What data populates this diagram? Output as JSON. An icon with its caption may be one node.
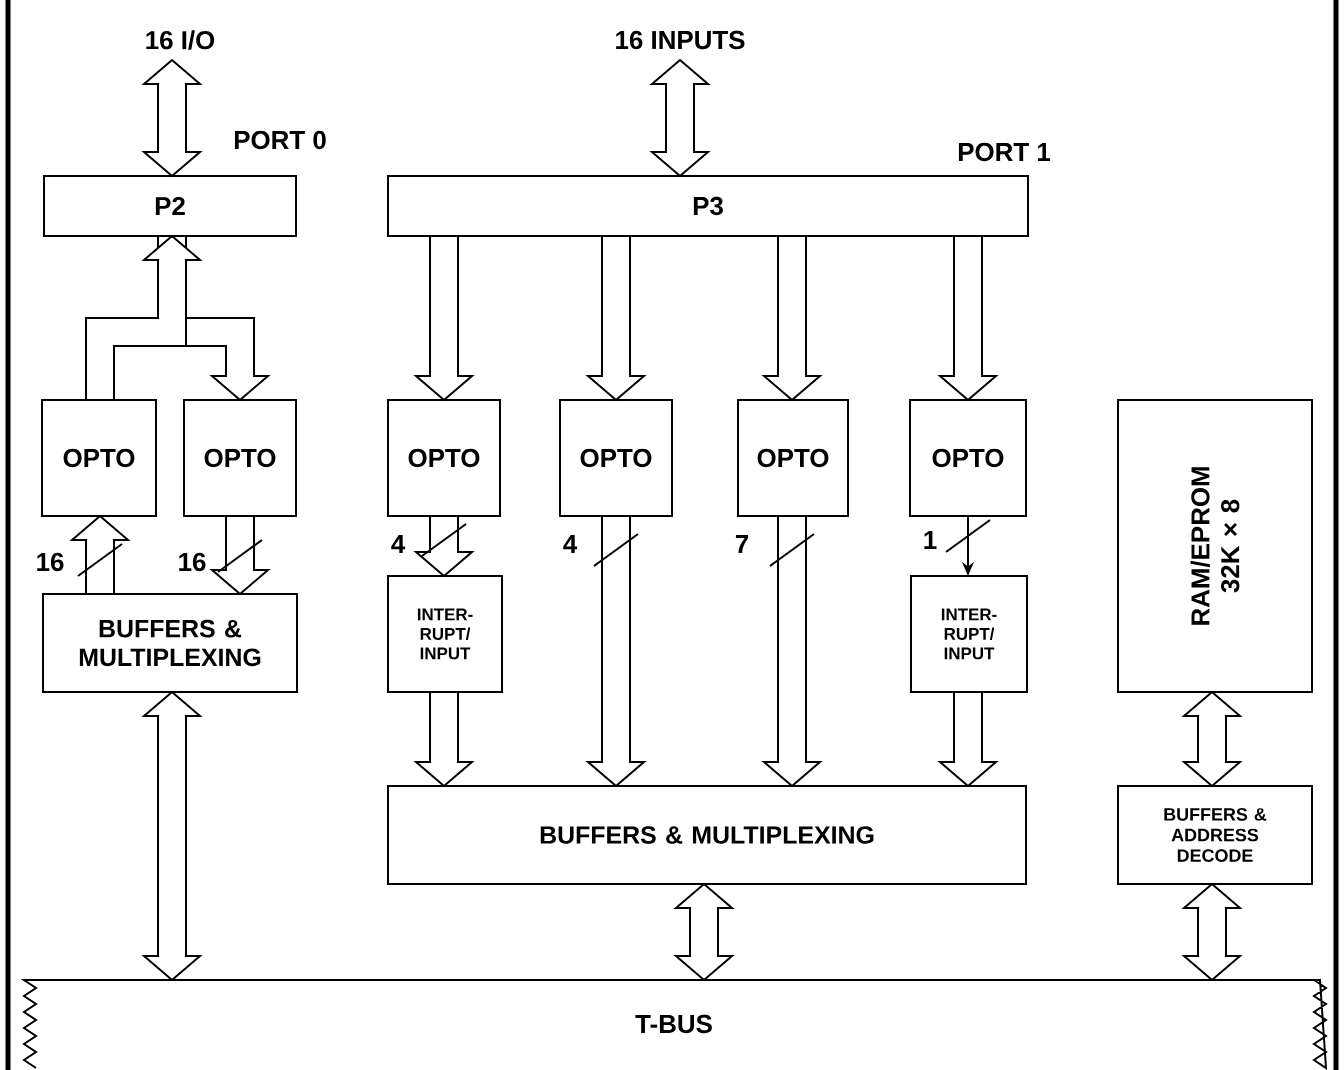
{
  "diagram": {
    "nodes": [
      {
        "text": [
          "16 I/O"
        ]
      },
      {
        "text": [
          "16 INPUTS"
        ]
      },
      {
        "text": [
          "P2"
        ]
      },
      {
        "text": [
          "P3"
        ]
      },
      {
        "text": [
          "OPTO"
        ]
      },
      {
        "text": [
          "OPTO"
        ]
      },
      {
        "text": [
          "OPTO"
        ]
      },
      {
        "text": [
          "OPTO"
        ]
      },
      {
        "text": [
          "OPTO"
        ]
      },
      {
        "text": [
          "OPTO"
        ]
      },
      {
        "text": [
          "RAM/EPROM 32K × 8"
        ]
      },
      {
        "text": [
          "BUFFERS & MULTIPLEXING"
        ]
      },
      {
        "text": [
          "INTER- RUPT/ INPUT"
        ]
      },
      {
        "text": [
          "INTER- RUPT/ INPUT"
        ]
      },
      {
        "text": [
          "BUFFERS & MULTIPLEXING"
        ]
      },
      {
        "text": [
          "BUFFERS & ADDRESS DECODE"
        ]
      },
      {
        "text": [
          "T-BUS"
        ]
      }
    ],
    "edges": [
      {
        "from": 0,
        "to": 2,
        "arrow": "both",
        "style": "thick"
      },
      {
        "from": 1,
        "to": 3,
        "arrow": "both",
        "style": "thick"
      },
      {
        "from": 4,
        "to": 2,
        "arrow": "to",
        "style": "thick"
      },
      {
        "from": 2,
        "to": 5,
        "arrow": "to",
        "style": "thick"
      },
      {
        "from": 3,
        "to": 6,
        "arrow": "to",
        "style": "thick"
      },
      {
        "from": 3,
        "to": 7,
        "arrow": "to",
        "style": "thick"
      },
      {
        "from": 3,
        "to": 8,
        "arrow": "to",
        "style": "thick"
      },
      {
        "from": 3,
        "to": 9,
        "arrow": "to",
        "style": "thick"
      },
      {
        "from": 11,
        "to": 4,
        "arrow": "to",
        "style": "thick"
      },
      {
        "from": 5,
        "to": 11,
        "arrow": "to",
        "style": "thick"
      },
      {
        "from": 6,
        "to": 12,
        "arrow": "to",
        "style": "thick"
      },
      {
        "from": 7,
        "to": 14,
        "arrow": "to",
        "style": "thick"
      },
      {
        "from": 8,
        "to": 14,
        "arrow": "to",
        "style": "thick"
      },
      {
        "from": 9,
        "to": 13,
        "arrow": "to"
      },
      {
        "from": 12,
        "to": 14,
        "arrow": "to",
        "style": "thick"
      },
      {
        "from": 13,
        "to": 14,
        "arrow": "to",
        "style": "thick"
      },
      {
        "from": 11,
        "to": 16,
        "arrow": "both",
        "style": "thick"
      },
      {
        "from": 14,
        "to": 16,
        "arrow": "both",
        "style": "thick"
      },
      {
        "from": 10,
        "to": 15,
        "arrow": "both",
        "style": "thick"
      },
      {
        "from": 15,
        "to": 16,
        "arrow": "both",
        "style": "thick"
      }
    ],
    "labels": [
      "PORT 0",
      "PORT 1",
      "16",
      "16",
      "4",
      "4",
      "7",
      "1"
    ]
  }
}
